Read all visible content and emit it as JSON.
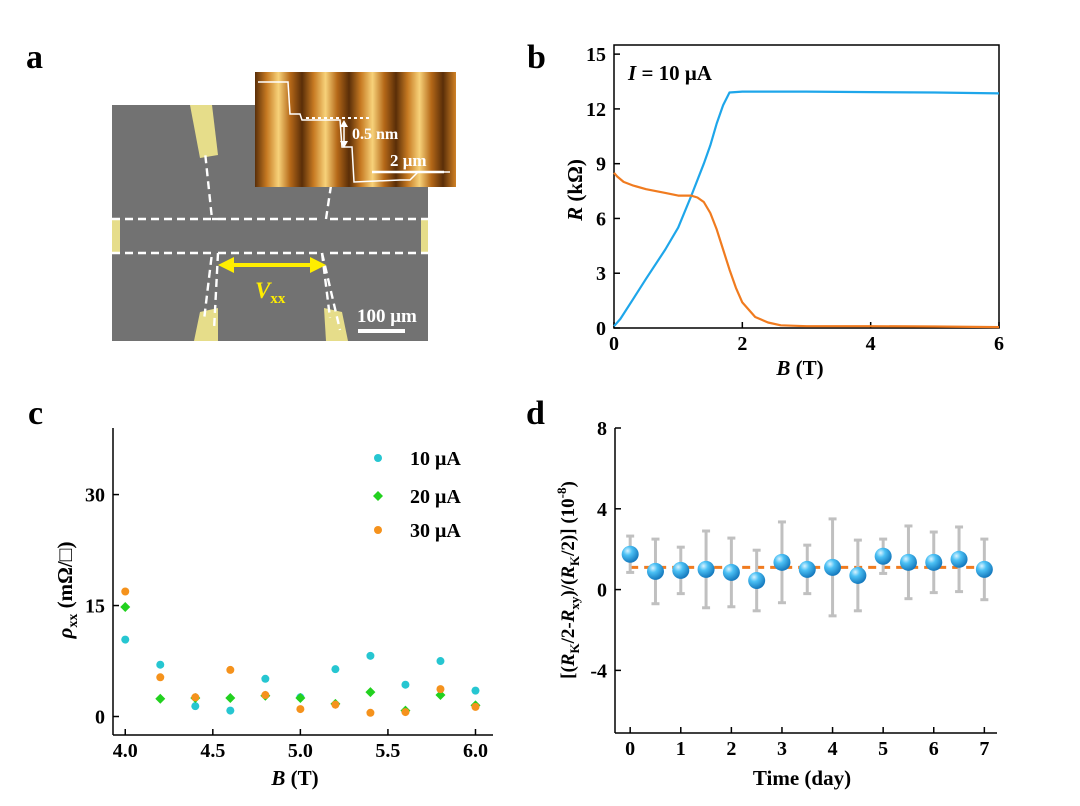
{
  "colors": {
    "blue": "#1ea6ea",
    "orange": "#f07b1f",
    "cyan": "#26c6d1",
    "green": "#22d11f",
    "orange_marker": "#f5921c",
    "yellow": "#ffee00",
    "error_bar": "#c0c0c0",
    "ball": "#21a3ea"
  },
  "panels": {
    "a": {
      "label": "a",
      "vxx_main": "V",
      "vxx_sub": "xx",
      "scale_bar": "100 μm",
      "inset_height": "0.5 nm",
      "inset_scale": "2 μm"
    },
    "b": {
      "label": "b",
      "annotation_main": "I",
      "annotation_rest": " = 10 μA"
    },
    "c": {
      "label": "c"
    },
    "d": {
      "label": "d"
    }
  },
  "chart_data": [
    {
      "panel": "b",
      "type": "line",
      "title": "",
      "annotation": "I = 10 μA",
      "xlabel": "B (T)",
      "ylabel": "R (kΩ)",
      "xlim": [
        0,
        6
      ],
      "ylim": [
        0,
        15.5
      ],
      "xticks": [
        0,
        2,
        4,
        6
      ],
      "yticks": [
        0,
        3,
        6,
        9,
        12,
        15
      ],
      "series": [
        {
          "color": "#1ea6ea",
          "x": [
            0,
            0.1,
            0.3,
            0.5,
            0.8,
            1.0,
            1.2,
            1.4,
            1.5,
            1.6,
            1.7,
            1.8,
            2.0,
            3.0,
            4.0,
            5.0,
            6.0
          ],
          "y": [
            0.1,
            0.5,
            1.6,
            2.7,
            4.3,
            5.5,
            7.2,
            9.0,
            10.0,
            11.2,
            12.2,
            12.9,
            12.95,
            12.95,
            12.92,
            12.9,
            12.85
          ]
        },
        {
          "color": "#f07b1f",
          "x": [
            0,
            0.05,
            0.15,
            0.3,
            0.5,
            0.8,
            1.0,
            1.2,
            1.3,
            1.4,
            1.5,
            1.6,
            1.7,
            1.8,
            1.9,
            2.0,
            2.2,
            2.4,
            2.6,
            3.0,
            4.0,
            5.0,
            6.0
          ],
          "y": [
            8.5,
            8.3,
            8.0,
            7.8,
            7.6,
            7.4,
            7.25,
            7.25,
            7.15,
            6.9,
            6.3,
            5.4,
            4.3,
            3.2,
            2.2,
            1.4,
            0.6,
            0.3,
            0.15,
            0.1,
            0.1,
            0.08,
            0.05
          ]
        }
      ]
    },
    {
      "panel": "c",
      "type": "scatter",
      "title": "",
      "xlabel": "B (T)",
      "ylabel": "ρxx (mΩ/□)",
      "xlim": [
        3.93,
        6.1
      ],
      "ylim": [
        -2.5,
        39
      ],
      "xticks": [
        4.0,
        4.5,
        5.0,
        5.5,
        6.0
      ],
      "yticks": [
        0,
        15,
        30
      ],
      "legend_position": "top-right",
      "series": [
        {
          "name": "10 μA",
          "color": "#26c6d1",
          "marker": "circle",
          "x": [
            4.0,
            4.2,
            4.4,
            4.6,
            4.8,
            5.0,
            5.2,
            5.4,
            5.6,
            5.8,
            6.0
          ],
          "y": [
            10.4,
            7.0,
            1.4,
            0.8,
            5.1,
            2.6,
            6.4,
            8.2,
            4.3,
            7.5,
            3.5
          ]
        },
        {
          "name": "20 μA",
          "color": "#22d11f",
          "marker": "diamond",
          "x": [
            4.0,
            4.2,
            4.4,
            4.6,
            4.8,
            5.0,
            5.2,
            5.4,
            5.6,
            5.8,
            6.0
          ],
          "y": [
            14.8,
            2.4,
            2.5,
            2.5,
            2.8,
            2.5,
            1.7,
            3.3,
            0.8,
            2.9,
            1.5
          ]
        },
        {
          "name": "30 μA",
          "color": "#f5921c",
          "marker": "circle",
          "x": [
            4.0,
            4.2,
            4.4,
            4.6,
            4.8,
            5.0,
            5.2,
            5.4,
            5.6,
            5.8,
            6.0
          ],
          "y": [
            16.9,
            5.3,
            2.6,
            6.3,
            2.9,
            1.0,
            1.6,
            0.5,
            0.6,
            3.7,
            1.3
          ]
        }
      ]
    },
    {
      "panel": "d",
      "type": "scatter",
      "title": "",
      "xlabel": "Time (day)",
      "ylabel": "[(RK/2-Rxy)/(RK/2)] (10-8)",
      "xlim": [
        -0.3,
        7.25
      ],
      "ylim": [
        -7.1,
        8
      ],
      "xticks": [
        0,
        1,
        2,
        3,
        4,
        5,
        6,
        7
      ],
      "yticks": [
        -4,
        0,
        4,
        8
      ],
      "mean_line": 1.1,
      "series": [
        {
          "color": "#21a3ea",
          "marker": "sphere",
          "x": [
            0,
            0.5,
            1,
            1.5,
            2,
            2.5,
            3,
            3.5,
            4,
            4.5,
            5,
            5.5,
            6,
            6.5,
            7
          ],
          "y": [
            1.75,
            0.9,
            0.95,
            1.0,
            0.85,
            0.45,
            1.35,
            1.0,
            1.1,
            0.7,
            1.65,
            1.35,
            1.35,
            1.5,
            1.0
          ],
          "err": [
            0.9,
            1.6,
            1.15,
            1.9,
            1.7,
            1.5,
            2.0,
            1.2,
            2.4,
            1.75,
            0.85,
            1.8,
            1.5,
            1.6,
            1.5
          ]
        }
      ]
    }
  ]
}
